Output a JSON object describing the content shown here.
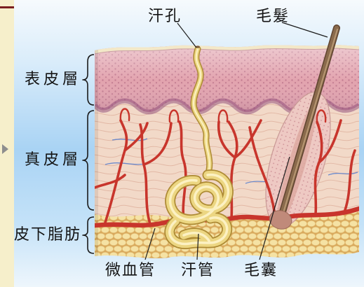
{
  "labels": {
    "sweat_pore": "汗孔",
    "hair": "毛髮",
    "epidermis": "表皮層",
    "dermis": "真皮層",
    "subcutaneous_fat": "皮下脂肪",
    "capillary": "微血管",
    "sweat_duct": "汗管",
    "hair_follicle": "毛囊"
  },
  "icons": {
    "slide_marker": "arrow-right-icon"
  },
  "colors": {
    "slide_background": "#f6efcb",
    "accent_line": "#7a1e1e",
    "epidermis": "#e2a3ae",
    "dermis": "#f2d9c8",
    "fat": "#f5e2a4",
    "blood_vessel": "#c8352c",
    "sweat_gland": "#ecd682",
    "hair_shaft": "#8a6a4c",
    "label_text": "#141414"
  }
}
